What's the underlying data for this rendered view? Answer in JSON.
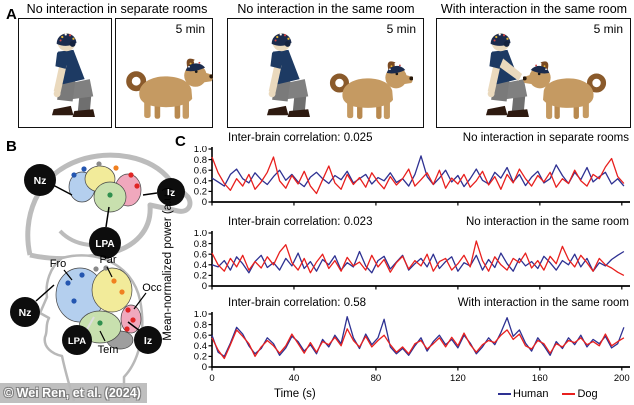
{
  "panel_a": {
    "label": "A",
    "conditions": [
      {
        "title": "No interaction in separate rooms",
        "duration": "5 min"
      },
      {
        "title": "No interaction in the same room",
        "duration": "5 min"
      },
      {
        "title": "With interaction in the same room",
        "duration": "5 min"
      }
    ]
  },
  "panel_b": {
    "label": "B",
    "dog": {
      "landmarks": {
        "nz": "Nz",
        "iz": "Iz",
        "lpa": "LPA"
      }
    },
    "human": {
      "landmarks": {
        "nz": "Nz",
        "iz": "Iz",
        "lpa": "LPA"
      },
      "regions": {
        "fro": "Fro",
        "par": "Par",
        "occ": "Occ",
        "tem": "Tem"
      }
    }
  },
  "panel_c": {
    "label": "C",
    "ylabel": "Mean-normalized power (a.u.)",
    "xlabel": "Time (s)",
    "legend": [
      {
        "label": "Human",
        "color": "#2e3192"
      },
      {
        "label": "Dog",
        "color": "#e8201e"
      }
    ]
  },
  "watermark": "© Wei Ren, et al. (2024)",
  "chart_data": [
    {
      "type": "line",
      "title": "No interaction in separate rooms",
      "annotation": "Inter-brain correlation: 0.025",
      "ylabel": "Mean-normalized power (a.u.)",
      "xlabel": "Time (s)",
      "xlim": [
        0,
        204
      ],
      "ylim": [
        0,
        1.0
      ],
      "xticks": [
        0,
        40,
        80,
        120,
        160,
        200
      ],
      "yticks": [
        "1.0",
        "0.8",
        "0.6",
        "0.4",
        "0.2",
        "0"
      ],
      "show_xtick_labels": false,
      "x_start": 0,
      "x_step": 3,
      "series": [
        {
          "name": "Human",
          "color": "#2e3192",
          "values": [
            0.45,
            0.38,
            0.3,
            0.52,
            0.62,
            0.44,
            0.36,
            0.55,
            0.42,
            0.33,
            0.48,
            0.6,
            0.41,
            0.52,
            0.38,
            0.29,
            0.47,
            0.56,
            0.44,
            0.35,
            0.5,
            0.42,
            0.58,
            0.36,
            0.44,
            0.52,
            0.34,
            0.46,
            0.4,
            0.55,
            0.37,
            0.44,
            0.3,
            0.52,
            0.87,
            0.48,
            0.33,
            0.45,
            0.6,
            0.38,
            0.5,
            0.29,
            0.44,
            0.62,
            0.41,
            0.34,
            0.56,
            0.45,
            0.65,
            0.38,
            0.52,
            0.31,
            0.47,
            0.58,
            0.36,
            0.44,
            0.7,
            0.5,
            0.35,
            0.56,
            0.42,
            0.65,
            0.38,
            0.48,
            0.56,
            0.34,
            0.44,
            0.3
          ]
        },
        {
          "name": "Dog",
          "color": "#e8201e",
          "values": [
            0.85,
            0.55,
            0.35,
            0.22,
            0.44,
            0.3,
            0.52,
            0.24,
            0.38,
            0.56,
            0.85,
            0.4,
            0.26,
            0.5,
            0.34,
            0.58,
            0.3,
            0.16,
            0.42,
            0.68,
            0.36,
            0.24,
            0.52,
            0.33,
            0.46,
            0.28,
            0.55,
            0.38,
            0.25,
            0.48,
            0.32,
            0.44,
            0.62,
            0.3,
            0.42,
            0.55,
            0.33,
            0.6,
            0.26,
            0.45,
            0.34,
            0.52,
            0.28,
            0.4,
            0.58,
            0.32,
            0.48,
            0.24,
            0.52,
            0.36,
            0.62,
            0.44,
            0.3,
            0.5,
            0.38,
            0.56,
            0.28,
            0.44,
            0.35,
            0.6,
            0.4,
            0.3,
            0.52,
            0.44,
            0.66,
            0.82,
            0.48,
            0.35
          ]
        }
      ]
    },
    {
      "type": "line",
      "title": "No interaction in the same room",
      "annotation": "Inter-brain correlation: 0.023",
      "ylabel": "Mean-normalized power (a.u.)",
      "xlabel": "Time (s)",
      "xlim": [
        0,
        204
      ],
      "ylim": [
        0,
        1.0
      ],
      "xticks": [
        0,
        40,
        80,
        120,
        160,
        200
      ],
      "yticks": [
        "1.0",
        "0.8",
        "0.6",
        "0.4",
        "0.2",
        "0"
      ],
      "show_xtick_labels": false,
      "x_start": 0,
      "x_step": 3,
      "series": [
        {
          "name": "Human",
          "color": "#2e3192",
          "values": [
            0.4,
            0.36,
            0.48,
            0.3,
            0.55,
            0.42,
            0.25,
            0.46,
            0.58,
            0.35,
            0.44,
            0.3,
            0.52,
            0.38,
            0.62,
            0.33,
            0.46,
            0.28,
            0.5,
            0.4,
            0.57,
            0.3,
            0.44,
            0.36,
            0.65,
            0.38,
            0.25,
            0.48,
            0.56,
            0.32,
            0.45,
            0.58,
            0.3,
            0.42,
            0.52,
            0.36,
            0.6,
            0.33,
            0.46,
            0.55,
            0.28,
            0.44,
            0.38,
            0.58,
            0.3,
            0.5,
            0.35,
            0.62,
            0.42,
            0.28,
            0.52,
            0.38,
            0.46,
            0.33,
            0.56,
            0.44,
            0.3,
            0.48,
            0.4,
            0.6,
            0.36,
            0.52,
            0.28,
            0.44,
            0.38,
            0.5,
            0.58,
            0.65
          ]
        },
        {
          "name": "Dog",
          "color": "#e8201e",
          "values": [
            0.62,
            0.4,
            0.28,
            0.52,
            0.36,
            0.58,
            0.3,
            0.46,
            0.34,
            0.55,
            0.4,
            0.64,
            0.78,
            0.44,
            0.3,
            0.52,
            0.25,
            0.45,
            0.6,
            0.33,
            0.48,
            0.28,
            0.54,
            0.38,
            0.45,
            0.3,
            0.58,
            0.36,
            0.5,
            0.26,
            0.44,
            0.56,
            0.32,
            0.48,
            0.38,
            0.6,
            0.28,
            0.46,
            0.52,
            0.3,
            0.42,
            0.58,
            0.36,
            0.85,
            0.48,
            0.28,
            0.55,
            0.4,
            0.3,
            0.52,
            0.44,
            0.62,
            0.34,
            0.48,
            0.3,
            0.56,
            0.42,
            0.75,
            0.5,
            0.36,
            0.58,
            0.44,
            0.28,
            0.52,
            0.4,
            0.34,
            0.26,
            0.2
          ]
        }
      ]
    },
    {
      "type": "line",
      "title": "With interaction in the same room",
      "annotation": "Inter-brain correlation: 0.58",
      "ylabel": "Mean-normalized power (a.u.)",
      "xlabel": "Time (s)",
      "xlim": [
        0,
        204
      ],
      "ylim": [
        0,
        1.0
      ],
      "xticks": [
        0,
        40,
        80,
        120,
        160,
        200
      ],
      "yticks": [
        "1.0",
        "0.8",
        "0.6",
        "0.4",
        "0.2",
        "0"
      ],
      "show_xtick_labels": true,
      "x_start": 0,
      "x_step": 3,
      "series": [
        {
          "name": "Human",
          "color": "#2e3192",
          "values": [
            0.6,
            0.28,
            0.2,
            0.45,
            0.75,
            0.62,
            0.4,
            0.25,
            0.35,
            0.55,
            0.44,
            0.22,
            0.36,
            0.58,
            0.48,
            0.3,
            0.42,
            0.25,
            0.52,
            0.38,
            0.6,
            0.44,
            0.95,
            0.55,
            0.35,
            0.62,
            0.42,
            0.55,
            0.9,
            0.38,
            0.25,
            0.35,
            0.22,
            0.4,
            0.55,
            0.3,
            0.48,
            0.6,
            0.42,
            0.52,
            0.36,
            0.6,
            0.45,
            0.25,
            0.38,
            0.55,
            0.42,
            0.65,
            0.93,
            0.58,
            0.7,
            0.45,
            0.3,
            0.55,
            0.4,
            0.22,
            0.48,
            0.35,
            0.55,
            0.42,
            0.6,
            0.38,
            0.52,
            0.44,
            0.58,
            0.36,
            0.44,
            0.75
          ]
        },
        {
          "name": "Dog",
          "color": "#e8201e",
          "values": [
            0.55,
            0.32,
            0.16,
            0.42,
            0.7,
            0.58,
            0.44,
            0.2,
            0.38,
            0.5,
            0.4,
            0.26,
            0.4,
            0.62,
            0.44,
            0.26,
            0.46,
            0.28,
            0.48,
            0.42,
            0.56,
            0.4,
            0.72,
            0.5,
            0.38,
            0.58,
            0.38,
            0.5,
            0.6,
            0.42,
            0.28,
            0.38,
            0.25,
            0.44,
            0.5,
            0.34,
            0.44,
            0.55,
            0.38,
            0.56,
            0.4,
            0.64,
            0.42,
            0.28,
            0.42,
            0.5,
            0.46,
            0.6,
            0.7,
            0.52,
            0.62,
            0.4,
            0.34,
            0.5,
            0.44,
            0.26,
            0.44,
            0.38,
            0.5,
            0.46,
            0.55,
            0.42,
            0.48,
            0.4,
            0.62,
            0.4,
            0.48,
            0.55
          ]
        }
      ]
    }
  ]
}
